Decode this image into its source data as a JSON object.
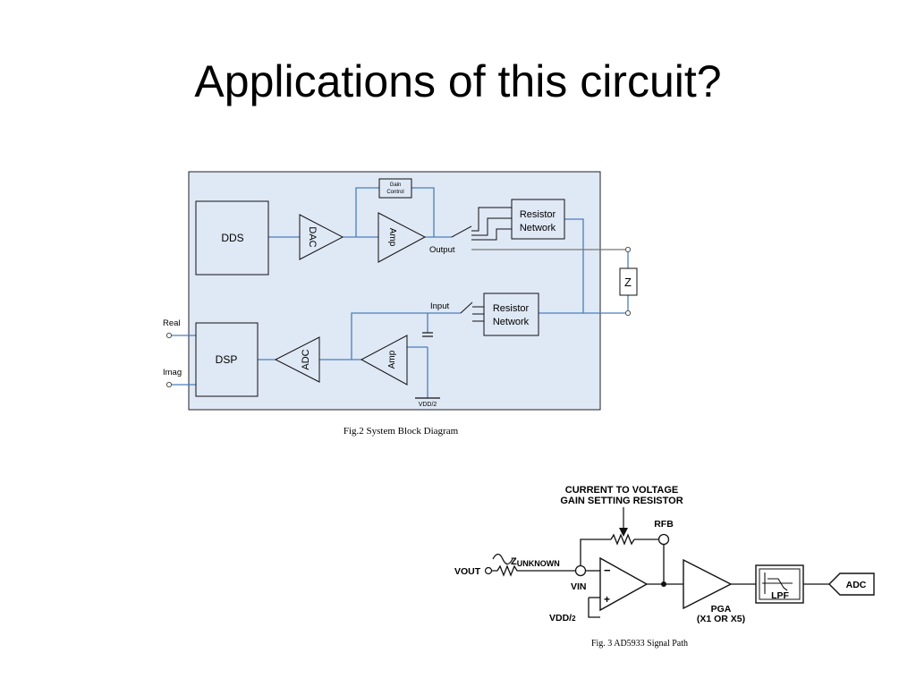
{
  "slide": {
    "title": "Applications of this circuit?"
  },
  "fig2": {
    "caption": "Fig.2 System Block Diagram",
    "dds": "DDS",
    "dac": "DAC",
    "gain_control_line1": "Gain",
    "gain_control_line2": "Control",
    "amp_top": "Amp",
    "output": "Output",
    "resistor_network_line1": "Resistor",
    "resistor_network_line2": "Network",
    "z": "Z",
    "input": "Input",
    "real": "Real",
    "imag": "Imag",
    "dsp": "DSP",
    "adc": "ADC",
    "amp_bottom": "Amp",
    "vdd2": "VDD/2",
    "panel_color": "#dfe8f5",
    "wire_color": "#4a7ebb"
  },
  "fig3": {
    "caption": "Fig. 3 AD5933 Signal Path",
    "annotation_line1": "CURRENT TO VOLTAGE",
    "annotation_line2": "GAIN SETTING RESISTOR",
    "rfb": "RFB",
    "vout": "VOUT",
    "z_main": "Z",
    "z_sub": "UNKNOWN",
    "vin": "VIN",
    "minus": "−",
    "plus": "+",
    "vdd": "VDD/",
    "vdd_sub": "2",
    "pga": "PGA",
    "pga_gain": "(X1 OR X5)",
    "lpf": "LPF",
    "adc": "ADC"
  }
}
